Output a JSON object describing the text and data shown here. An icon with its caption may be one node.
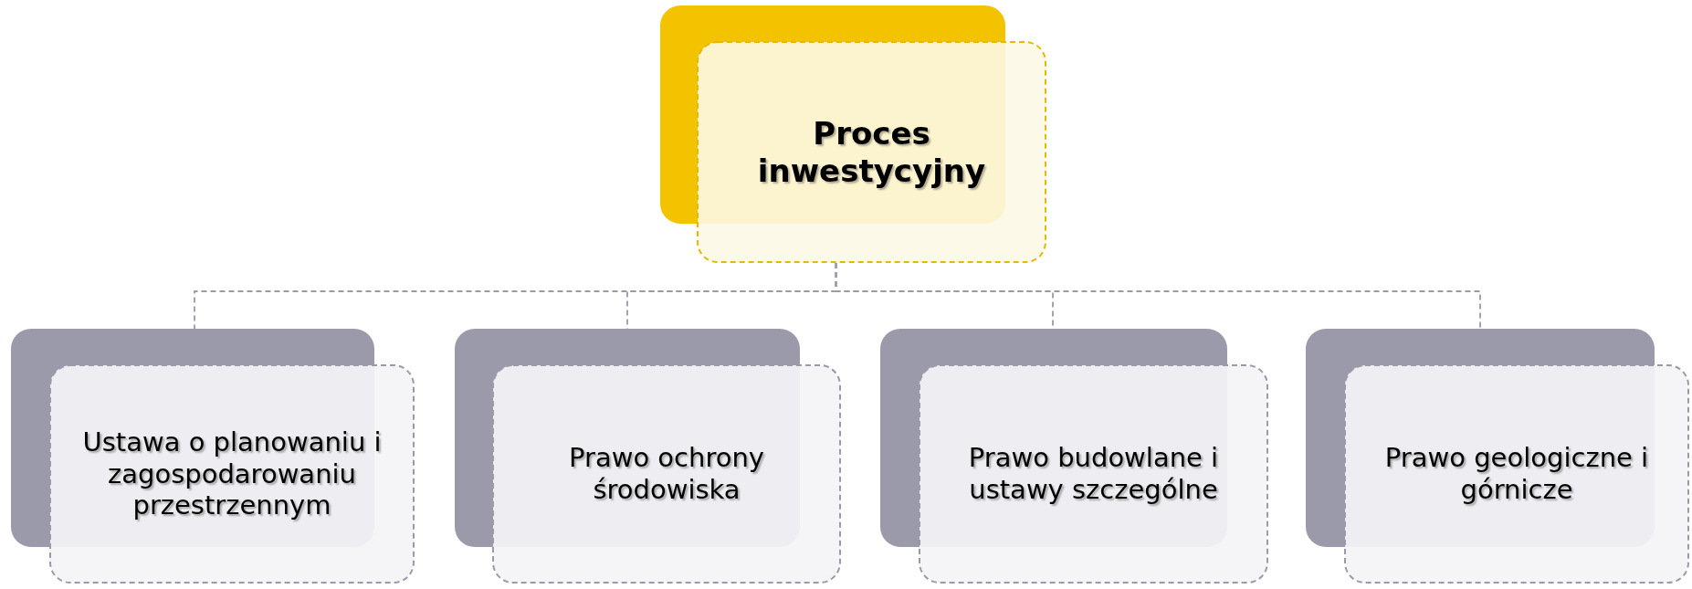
{
  "diagram": {
    "nodes": [
      {
        "text": [
          "Proces inwestycyjny"
        ]
      },
      {
        "text": [
          "Ustawa o planowaniu i zagospodarowaniu przestrzennym"
        ]
      },
      {
        "text": [
          "Prawo ochrony środowiska"
        ]
      },
      {
        "text": [
          "Prawo budowlane i ustawy szczególne"
        ]
      },
      {
        "text": [
          "Prawo geologiczne i górnicze"
        ]
      }
    ],
    "edges": [
      {
        "from": 0,
        "to": 1,
        "arrow": "none",
        "style": "dashed"
      },
      {
        "from": 0,
        "to": 2,
        "arrow": "none",
        "style": "dashed"
      },
      {
        "from": 0,
        "to": 3,
        "arrow": "none",
        "style": "dashed"
      },
      {
        "from": 0,
        "to": 4,
        "arrow": "none",
        "style": "dashed"
      }
    ]
  }
}
